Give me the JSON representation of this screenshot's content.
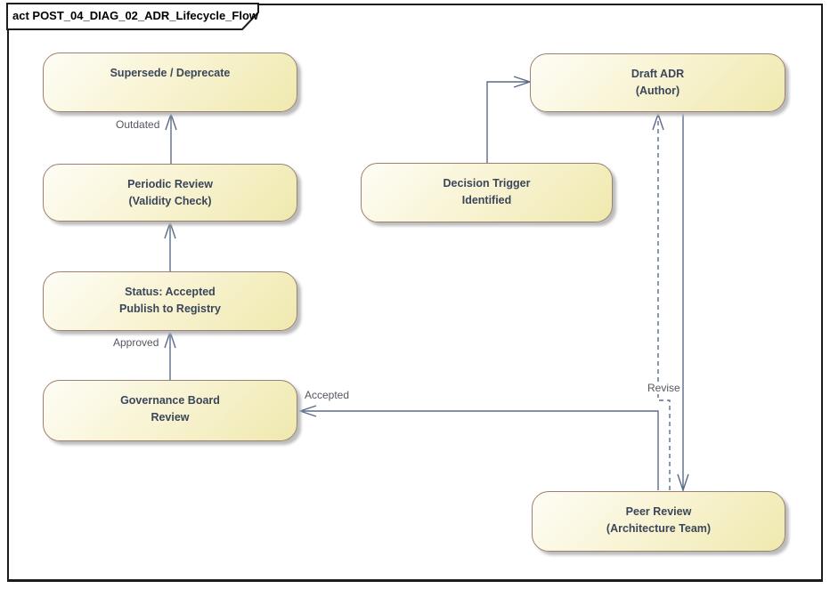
{
  "frame": {
    "title": "act POST_04_DIAG_02_ADR_Lifecycle_Flow"
  },
  "nodes": {
    "supersede": {
      "lines": [
        "Supersede / Deprecate"
      ]
    },
    "periodic": {
      "lines": [
        "Periodic Review",
        "(Validity Check)"
      ]
    },
    "status": {
      "lines": [
        "Status: Accepted",
        "Publish to Registry"
      ]
    },
    "governance": {
      "lines": [
        "Governance Board",
        "Review"
      ]
    },
    "draft": {
      "lines": [
        "Draft ADR",
        "(Author)"
      ]
    },
    "trigger": {
      "lines": [
        "Decision Trigger",
        "Identified"
      ]
    },
    "peer": {
      "lines": [
        "Peer Review",
        "(Architecture Team)"
      ]
    }
  },
  "edge_labels": {
    "outdated": "Outdated",
    "approved": "Approved",
    "accepted": "Accepted",
    "revise": "Revise"
  },
  "colors": {
    "node_fill_top": "#fefdf6",
    "node_fill_bottom": "#efe9ae",
    "node_border": "#9a8171",
    "node_text": "#3a4659",
    "connector": "#5a6b87",
    "edge_label_text": "#55575f",
    "frame_border": "#1c1c1c"
  }
}
